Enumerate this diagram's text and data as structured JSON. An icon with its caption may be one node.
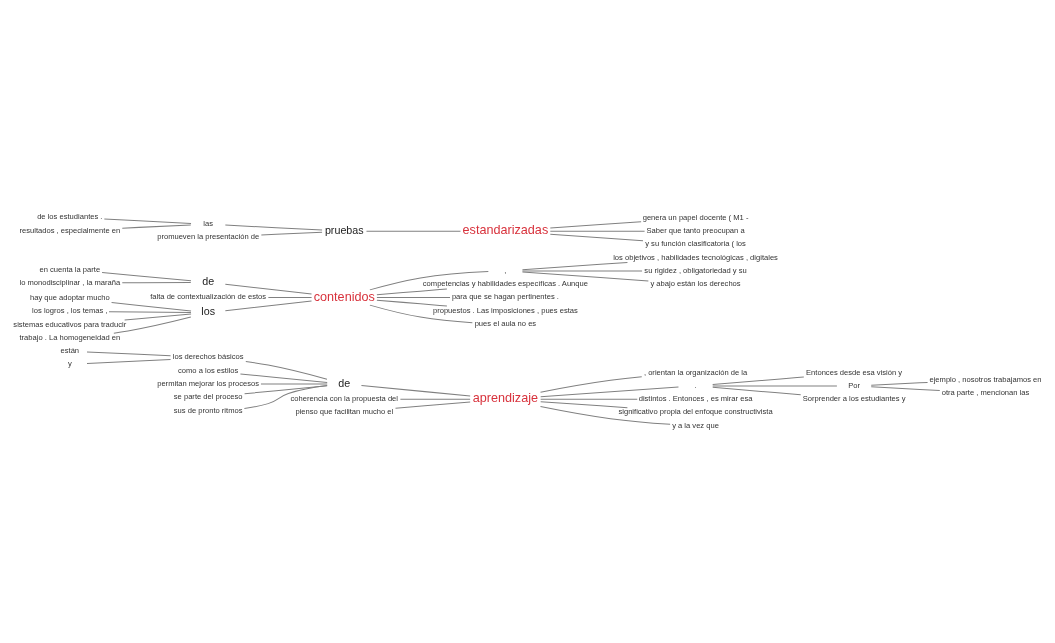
{
  "diagram": {
    "nodes": [
      {
        "text": [
          "están"
        ]
      },
      {
        "text": [
          "y"
        ]
      },
      {
        "text": [
          "coherencia con la propuesta del"
        ]
      },
      {
        "text": [
          "como a los estilos"
        ]
      },
      {
        "text": [
          "los derechos básicos"
        ]
      },
      {
        "text": [
          "permitan mejorar los procesos"
        ]
      },
      {
        "text": [
          "se parte del proceso"
        ]
      },
      {
        "text": [
          "sus de pronto ritmos"
        ]
      },
      {
        "text": [
          "pienso que facilitan mucho el"
        ]
      },
      {
        "text": [
          "de"
        ]
      },
      {
        "text": [
          "aprendizaje"
        ]
      },
      {
        "text": [
          ", orientan la organización de la"
        ]
      },
      {
        "text": [
          "."
        ]
      },
      {
        "text": [
          "Entonces desde esa visión y"
        ]
      },
      {
        "text": [
          "Por"
        ]
      },
      {
        "text": [
          "ejemplo , nosotros trabajamos en"
        ]
      },
      {
        "text": [
          "otra parte , mencionan las"
        ]
      },
      {
        "text": [
          "Sorprender a los estudiantes y"
        ]
      },
      {
        "text": [
          "distintos . Entonces , es mirar esa"
        ]
      },
      {
        "text": [
          "significativo propia del enfoque constructivista"
        ]
      },
      {
        "text": [
          "y a la vez que"
        ]
      },
      {
        "text": [
          "en cuenta la parte"
        ]
      },
      {
        "text": [
          "lo monodisciplinar , la maraña"
        ]
      },
      {
        "text": [
          "de"
        ]
      },
      {
        "text": [
          "falta de contextualización de estos"
        ]
      },
      {
        "text": [
          "hay que adoptar mucho"
        ]
      },
      {
        "text": [
          "los logros , los temas ,"
        ]
      },
      {
        "text": [
          "sistemas educativos para traducir"
        ]
      },
      {
        "text": [
          "trabajo . La homogeneidad en"
        ]
      },
      {
        "text": [
          "los"
        ]
      },
      {
        "text": [
          "contenidos"
        ]
      },
      {
        "text": [
          ","
        ]
      },
      {
        "text": [
          "los objetivos , habilidades tecnológicas , digitales"
        ]
      },
      {
        "text": [
          "su rigidez , obligatoriedad y su"
        ]
      },
      {
        "text": [
          "y abajo están los derechos"
        ]
      },
      {
        "text": [
          "competencias y habilidades específicas . Aunque"
        ]
      },
      {
        "text": [
          "para que se hagan pertinentes ."
        ]
      },
      {
        "text": [
          "propuestos . Las imposiciones , pues estas"
        ]
      },
      {
        "text": [
          "pues el aula no es"
        ]
      },
      {
        "text": [
          "de los estudiantes ."
        ]
      },
      {
        "text": [
          "resultados , especialmente en"
        ]
      },
      {
        "text": [
          "las"
        ]
      },
      {
        "text": [
          "promueven la presentación de"
        ]
      },
      {
        "text": [
          "pruebas"
        ]
      },
      {
        "text": [
          "estandarizadas"
        ]
      },
      {
        "text": [
          "genera un papel docente ( M1 -"
        ]
      },
      {
        "text": [
          "Saber que tanto preocupan a"
        ]
      },
      {
        "text": [
          "y su función clasificatoria ( los"
        ]
      }
    ],
    "edges": [
      {
        "from": 0,
        "to": 4,
        "arrow": "none"
      },
      {
        "from": 1,
        "to": 4,
        "arrow": "none"
      },
      {
        "from": 2,
        "to": 10,
        "arrow": "none"
      },
      {
        "from": 3,
        "to": 9,
        "arrow": "none"
      },
      {
        "from": 4,
        "to": 9,
        "arrow": "none"
      },
      {
        "from": 5,
        "to": 9,
        "arrow": "none"
      },
      {
        "from": 6,
        "to": 9,
        "arrow": "none"
      },
      {
        "from": 7,
        "to": 9,
        "arrow": "none"
      },
      {
        "from": 9,
        "to": 10,
        "arrow": "none"
      },
      {
        "from": 8,
        "to": 10,
        "arrow": "none"
      },
      {
        "from": 10,
        "to": 11,
        "arrow": "none"
      },
      {
        "from": 10,
        "to": 12,
        "arrow": "none"
      },
      {
        "from": 12,
        "to": 13,
        "arrow": "none"
      },
      {
        "from": 12,
        "to": 14,
        "arrow": "none"
      },
      {
        "from": 14,
        "to": 15,
        "arrow": "none"
      },
      {
        "from": 14,
        "to": 16,
        "arrow": "none"
      },
      {
        "from": 12,
        "to": 17,
        "arrow": "none"
      },
      {
        "from": 10,
        "to": 18,
        "arrow": "none"
      },
      {
        "from": 10,
        "to": 19,
        "arrow": "none"
      },
      {
        "from": 10,
        "to": 20,
        "arrow": "none"
      },
      {
        "from": 21,
        "to": 23,
        "arrow": "none"
      },
      {
        "from": 22,
        "to": 23,
        "arrow": "none"
      },
      {
        "from": 23,
        "to": 30,
        "arrow": "none"
      },
      {
        "from": 24,
        "to": 30,
        "arrow": "none"
      },
      {
        "from": 25,
        "to": 29,
        "arrow": "none"
      },
      {
        "from": 26,
        "to": 29,
        "arrow": "none"
      },
      {
        "from": 27,
        "to": 29,
        "arrow": "none"
      },
      {
        "from": 28,
        "to": 29,
        "arrow": "none"
      },
      {
        "from": 29,
        "to": 30,
        "arrow": "none"
      },
      {
        "from": 30,
        "to": 31,
        "arrow": "none"
      },
      {
        "from": 31,
        "to": 32,
        "arrow": "none"
      },
      {
        "from": 31,
        "to": 33,
        "arrow": "none"
      },
      {
        "from": 31,
        "to": 34,
        "arrow": "none"
      },
      {
        "from": 30,
        "to": 35,
        "arrow": "none"
      },
      {
        "from": 30,
        "to": 36,
        "arrow": "none"
      },
      {
        "from": 30,
        "to": 37,
        "arrow": "none"
      },
      {
        "from": 30,
        "to": 38,
        "arrow": "none"
      },
      {
        "from": 39,
        "to": 41,
        "arrow": "none"
      },
      {
        "from": 40,
        "to": 41,
        "arrow": "none"
      },
      {
        "from": 41,
        "to": 43,
        "arrow": "none"
      },
      {
        "from": 42,
        "to": 43,
        "arrow": "none"
      },
      {
        "from": 43,
        "to": 44,
        "arrow": "none"
      },
      {
        "from": 44,
        "to": 45,
        "arrow": "none"
      },
      {
        "from": 44,
        "to": 46,
        "arrow": "none"
      },
      {
        "from": 44,
        "to": 47,
        "arrow": "none"
      }
    ]
  }
}
